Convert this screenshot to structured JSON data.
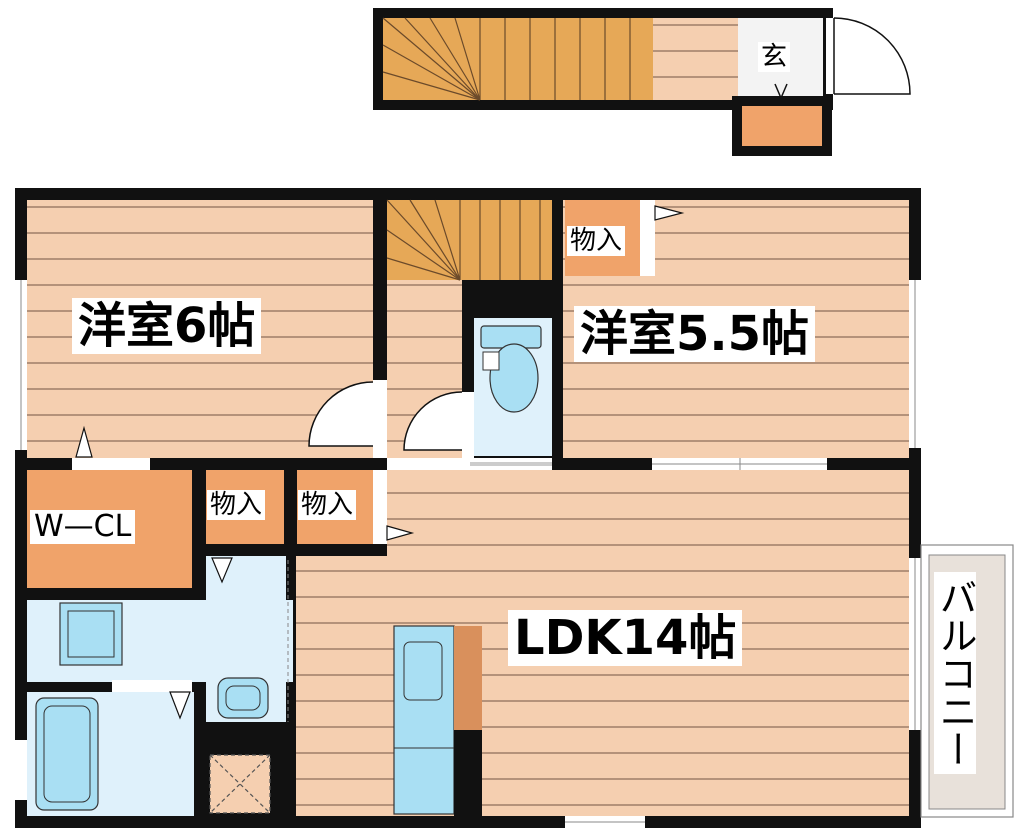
{
  "colors": {
    "floor_wood": "#f5cfb0",
    "floor_lines": "#8a6a55",
    "storage": "#f0a36a",
    "stairs": "#e6a857",
    "wet_area": "#dff1fb",
    "fixture": "#a9dff3",
    "wall": "#111111",
    "balcony": "#e8e1da",
    "window": "#ffffff",
    "counter": "#d9905c"
  },
  "labels": {
    "entrance": "玄",
    "room_west": "洋室6帖",
    "room_east": "洋室5.5帖",
    "storage_upper": "物入",
    "storage_mid_left": "物入",
    "storage_mid_right": "物入",
    "walk_in_closet": "W—CL",
    "ldk": "LDK14帖",
    "balcony": "バルコニー"
  }
}
